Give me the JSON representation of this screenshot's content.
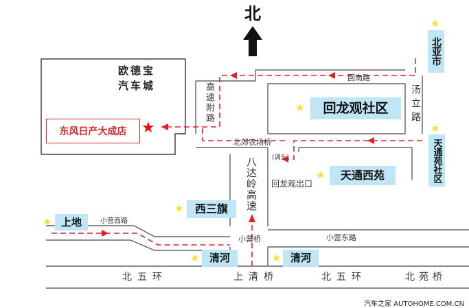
{
  "compass": {
    "north_label": "北"
  },
  "dealer": {
    "name": "东风日产大成店",
    "building": "欧德宝汽车城"
  },
  "roads": {
    "huinan": "回南路",
    "tangli": "汤立路",
    "gaosufulu": "高速附路",
    "beijiao_nongchang_qiao": "北郊农场桥",
    "diaotou": "(调头)",
    "badaling": "八达岭高速",
    "huilongguan_exit": "回龙观出口",
    "xiaoying_west": "小营西路",
    "xiaoying_bridge": "小营桥",
    "xiaoying_east": "小营东路",
    "north_fifth_ring_left": "北五环",
    "shangqing_bridge": "上清桥",
    "north_fifth_ring_right": "北五环",
    "beiyuan_bridge": "北苑桥"
  },
  "places": {
    "huilongguan": "回龙观社区",
    "tiantong_xiyuan": "天通西苑",
    "xisanqi": "西三旗",
    "shangdi": "上地",
    "qinghe_left": "清河",
    "qinghe_right": "清河",
    "beiyashi": "北亚市",
    "tiantongyuan": "天通苑社区"
  },
  "watermark": "汽车之家 AUTOHOME.COM.CN",
  "colors": {
    "route": "#e0202a",
    "label_bg": "#bfe6f5",
    "star": "#f5e02c",
    "road_line": "#444444"
  }
}
